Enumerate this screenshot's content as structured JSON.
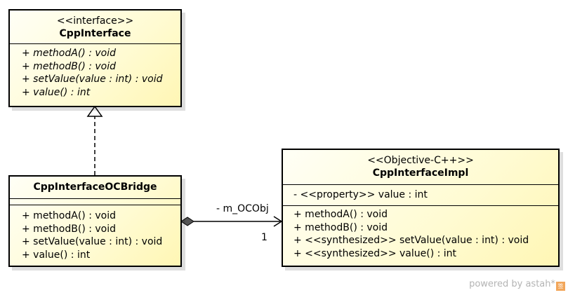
{
  "classes": {
    "cpp_interface": {
      "stereotype": "<<interface>>",
      "name": "CppInterface",
      "operations": [
        "+ methodA() : void",
        "+ methodB() : void",
        "+ setValue(value : int) : void",
        "+ value() : int"
      ]
    },
    "cpp_interface_oc_bridge": {
      "name": "CppInterfaceOCBridge",
      "operations": [
        "+ methodA() : void",
        "+ methodB() : void",
        "+ setValue(value : int) : void",
        "+ value() : int"
      ]
    },
    "cpp_interface_impl": {
      "stereotype": "<<Objective-C++>>",
      "name": "CppInterfaceImpl",
      "attributes": [
        "- <<property>> value : int"
      ],
      "operations": [
        "+ methodA() : void",
        "+ methodB() : void",
        "+ <<synthesized>> setValue(value : int) : void",
        "+ <<synthesized>> value() : int"
      ]
    }
  },
  "relationships": {
    "realization": {
      "from": "CppInterfaceOCBridge",
      "to": "CppInterface"
    },
    "composition": {
      "whole": "CppInterfaceOCBridge",
      "part": "CppInterfaceImpl",
      "role": "- m_OCObj",
      "multiplicity": "1"
    }
  },
  "watermark": {
    "text": "powered by astah*",
    "logo_text": "签"
  }
}
